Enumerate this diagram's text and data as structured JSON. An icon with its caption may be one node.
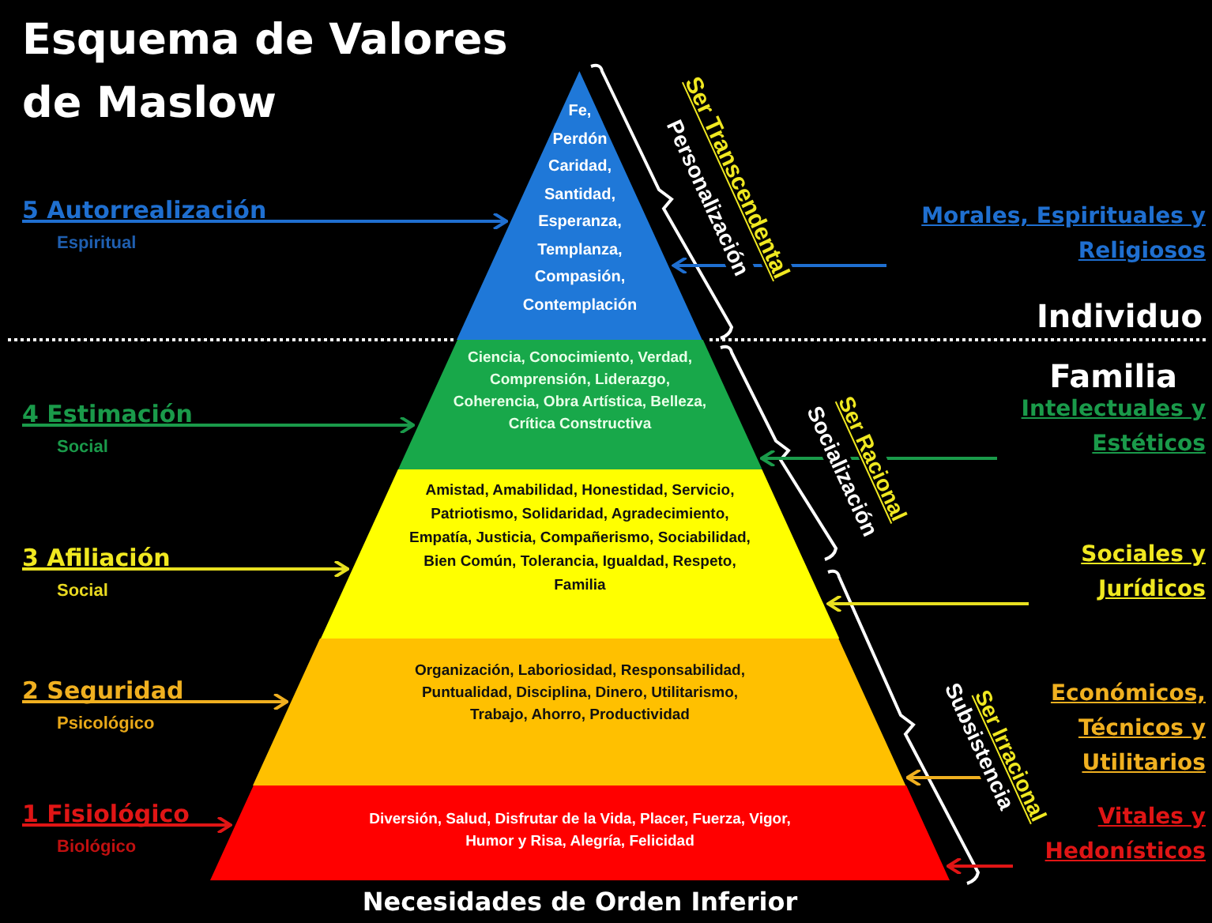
{
  "diagram": {
    "title": "Esquema de Valores de Maslow",
    "nodes": [
      {
        "text": [
          "Fe, Perdón Caridad, Santidad, Esperanza, Templanza, Compasión, Contemplación"
        ]
      },
      {
        "text": [
          "Ciencia, Conocimiento, Verdad, Comprensión, Liderazgo, Coherencia, Obra Artística, Belleza, Crítica Constructiva"
        ]
      },
      {
        "text": [
          "Amistad, Amabilidad, Honestidad, Servicio, Patriotismo, Solidaridad, Agradecimiento, Empatía, Justicia, Compañerismo, Sociabilidad, Bien Común, Tolerancia, Igualdad, Respeto, Familia"
        ]
      },
      {
        "text": [
          "Organización, Laboriosidad, Responsabilidad, Puntualidad, Disciplina, Dinero, Utilitarismo, Trabajo, Ahorro, Productividad"
        ]
      },
      {
        "text": [
          "Diversión, Salud, Disfrutar de la Vida, Placer, Fuerza, Vigor, Humor y Risa, Alegría, Felicidad"
        ],
        "beside": [
          "Necesidades de Orden Inferior"
        ]
      },
      {
        "text": [
          "5 Autorrealización",
          "Espiritual"
        ]
      },
      {
        "text": [
          "4 Estimación",
          "Social"
        ]
      },
      {
        "text": [
          "3 Afiliación",
          "Social"
        ]
      },
      {
        "text": [
          "2 Seguridad",
          "Psicológico"
        ]
      },
      {
        "text": [
          "1 Fisiológico",
          "Biológico"
        ]
      },
      {
        "text": [
          "Morales, Espirituales y Religiosos"
        ]
      },
      {
        "text": [
          "Intelectuales y Estéticos"
        ]
      },
      {
        "text": [
          "Sociales y Jurídicos"
        ]
      },
      {
        "text": [
          "Económicos, Técnicos y Utilitarios"
        ]
      },
      {
        "text": [
          "Vitales y Hedonísticos"
        ]
      }
    ],
    "edges": [
      {
        "from": 5,
        "to": 0,
        "arrow": "to",
        "color": "#1f6fd0"
      },
      {
        "from": 6,
        "to": 1,
        "arrow": "to",
        "color": "#1a9a4a"
      },
      {
        "from": 7,
        "to": 2,
        "arrow": "to",
        "color": "#e8e020"
      },
      {
        "from": 8,
        "to": 3,
        "arrow": "to",
        "color": "#f0b020"
      },
      {
        "from": 9,
        "to": 4,
        "arrow": "to",
        "color": "#e01515"
      },
      {
        "from": 10,
        "to": 0,
        "arrow": "to",
        "color": "#1f6fd0"
      },
      {
        "from": 11,
        "to": 1,
        "arrow": "to",
        "color": "#1a9a4a"
      },
      {
        "from": 12,
        "to": 2,
        "arrow": "to",
        "color": "#e8e020"
      },
      {
        "from": 13,
        "to": 3,
        "arrow": "to",
        "color": "#f0b020"
      },
      {
        "from": 14,
        "to": 4,
        "arrow": "to",
        "color": "#e01515"
      }
    ],
    "labels": [
      "Ser Transcendental",
      "Personalización",
      "Individuo",
      "Familia",
      "Ser Racional",
      "Socialización",
      "Ser Irracional",
      "Subsistencia"
    ]
  }
}
